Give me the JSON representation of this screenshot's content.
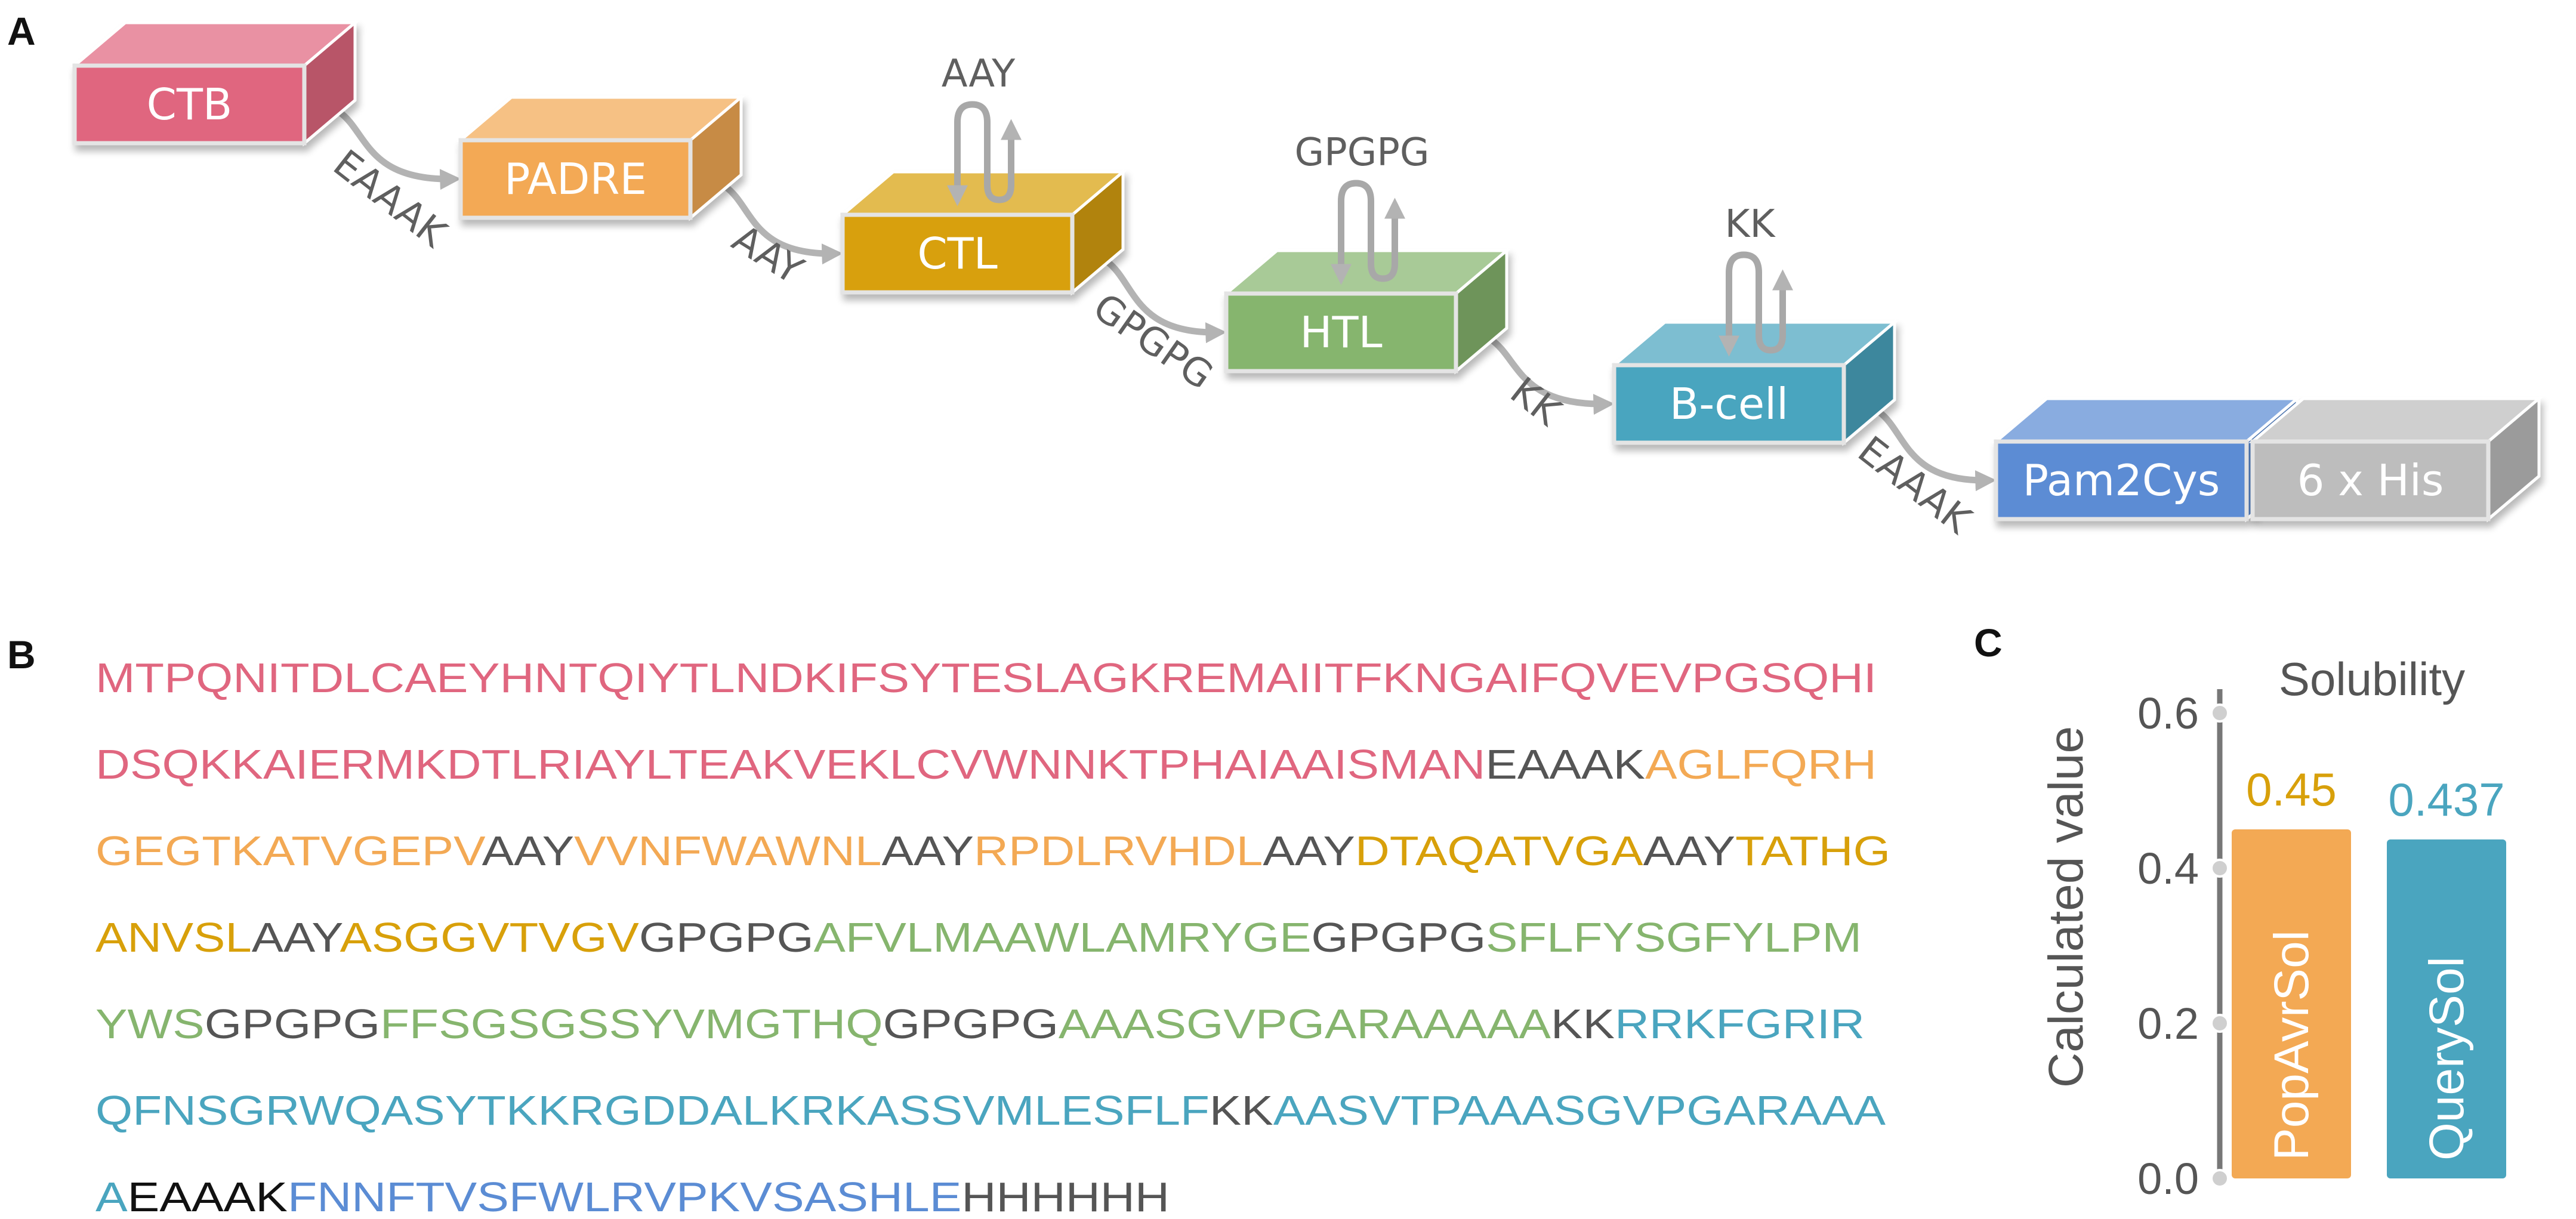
{
  "panels": {
    "a": "A",
    "b": "B",
    "c": "C"
  },
  "construct": {
    "blocks": [
      {
        "label": "CTB",
        "color": "#e0667f"
      },
      {
        "label": "PADRE",
        "color": "#f3a954"
      },
      {
        "label": "CTL",
        "color": "#d8a00a"
      },
      {
        "label": "HTL",
        "color": "#86b56e"
      },
      {
        "label": "B-cell",
        "color": "#4aa5bf"
      },
      {
        "label": "Pam2Cys",
        "color": "#5b8cd4"
      },
      {
        "label": "6 x His",
        "color": "#bdbdbd"
      }
    ],
    "connectors": [
      "EAAAK",
      "AAY",
      "GPGPG",
      "KK",
      "EAAAK"
    ],
    "inner_linkers": [
      "AAY",
      "GPGPG",
      "KK"
    ]
  },
  "sequence": {
    "colors": {
      "ctb": "#e0667f",
      "linker": "#555555",
      "eaaak": "#111111",
      "padre": "#f3a954",
      "ctl": "#d8a00a",
      "htl": "#86b56e",
      "bcell": "#4aa5bf",
      "pam": "#5b8cd4"
    },
    "lines": [
      [
        {
          "t": "MTPQNITDLCAEYHNTQIYTLNDKIFSYTESLAGKREMAIITFKNGAIFQVEVPGSQHI",
          "c": "ctb"
        }
      ],
      [
        {
          "t": "DSQKKAIERMKDTLRIAYLTEAKVEKLCVWNNKTPHAIAAISMAN",
          "c": "ctb"
        },
        {
          "t": "EAAAK",
          "c": "linker"
        },
        {
          "t": "AGLFQRH",
          "c": "padre"
        }
      ],
      [
        {
          "t": "GEGTKATVGEPV",
          "c": "padre"
        },
        {
          "t": "AAY",
          "c": "linker"
        },
        {
          "t": "VVNFWAWNL",
          "c": "padre"
        },
        {
          "t": "AAY",
          "c": "linker"
        },
        {
          "t": "RPDLRVHDL",
          "c": "padre"
        },
        {
          "t": "AAY",
          "c": "linker"
        },
        {
          "t": "DTAQATVGA",
          "c": "ctl"
        },
        {
          "t": "AAY",
          "c": "linker"
        },
        {
          "t": "TATHG",
          "c": "ctl"
        }
      ],
      [
        {
          "t": "ANVSL",
          "c": "ctl"
        },
        {
          "t": "AAY",
          "c": "linker"
        },
        {
          "t": "ASGGVTVGV",
          "c": "ctl"
        },
        {
          "t": "GPGPG",
          "c": "linker"
        },
        {
          "t": "AFVLMAAWLAMRYGE",
          "c": "htl"
        },
        {
          "t": "GPGPG",
          "c": "linker"
        },
        {
          "t": "SFLFYSGFYLPM",
          "c": "htl"
        }
      ],
      [
        {
          "t": "YWS",
          "c": "htl"
        },
        {
          "t": "GPGPG",
          "c": "linker"
        },
        {
          "t": "FFSGSGSSYVMGTHQ",
          "c": "htl"
        },
        {
          "t": "GPGPG",
          "c": "linker"
        },
        {
          "t": "AAASGVPGARAAAAA",
          "c": "htl"
        },
        {
          "t": "KK",
          "c": "linker"
        },
        {
          "t": "RRKFGRIR",
          "c": "bcell"
        }
      ],
      [
        {
          "t": "QFNSGRWQASYTKKRGDDALKRKASSVMLESFLF",
          "c": "bcell"
        },
        {
          "t": "KK",
          "c": "linker"
        },
        {
          "t": "AASVTPAAASGVPGARAAA",
          "c": "bcell"
        }
      ],
      [
        {
          "t": "A",
          "c": "bcell"
        },
        {
          "t": "EAAAK",
          "c": "eaaak"
        },
        {
          "t": "FNNFTVSFWLRVPKVSASHLE",
          "c": "pam"
        },
        {
          "t": "HHHHHH",
          "c": "linker"
        }
      ]
    ]
  },
  "chart_data": {
    "type": "bar",
    "title": "Solubility",
    "xlabel": "",
    "ylabel": "Calculated value",
    "ylim": [
      0,
      0.6
    ],
    "yticks": [
      "0.0",
      "0.2",
      "0.4",
      "0.6"
    ],
    "categories": [
      "PopAvrSol",
      "QuerySol"
    ],
    "values": [
      0.45,
      0.437
    ],
    "value_labels": [
      "0.45",
      "0.437"
    ],
    "colors": [
      "#f3a954",
      "#4aa5bf"
    ],
    "label_colors": [
      "#d8a00a",
      "#4aa5bf"
    ],
    "grid": false,
    "legend": "none"
  }
}
